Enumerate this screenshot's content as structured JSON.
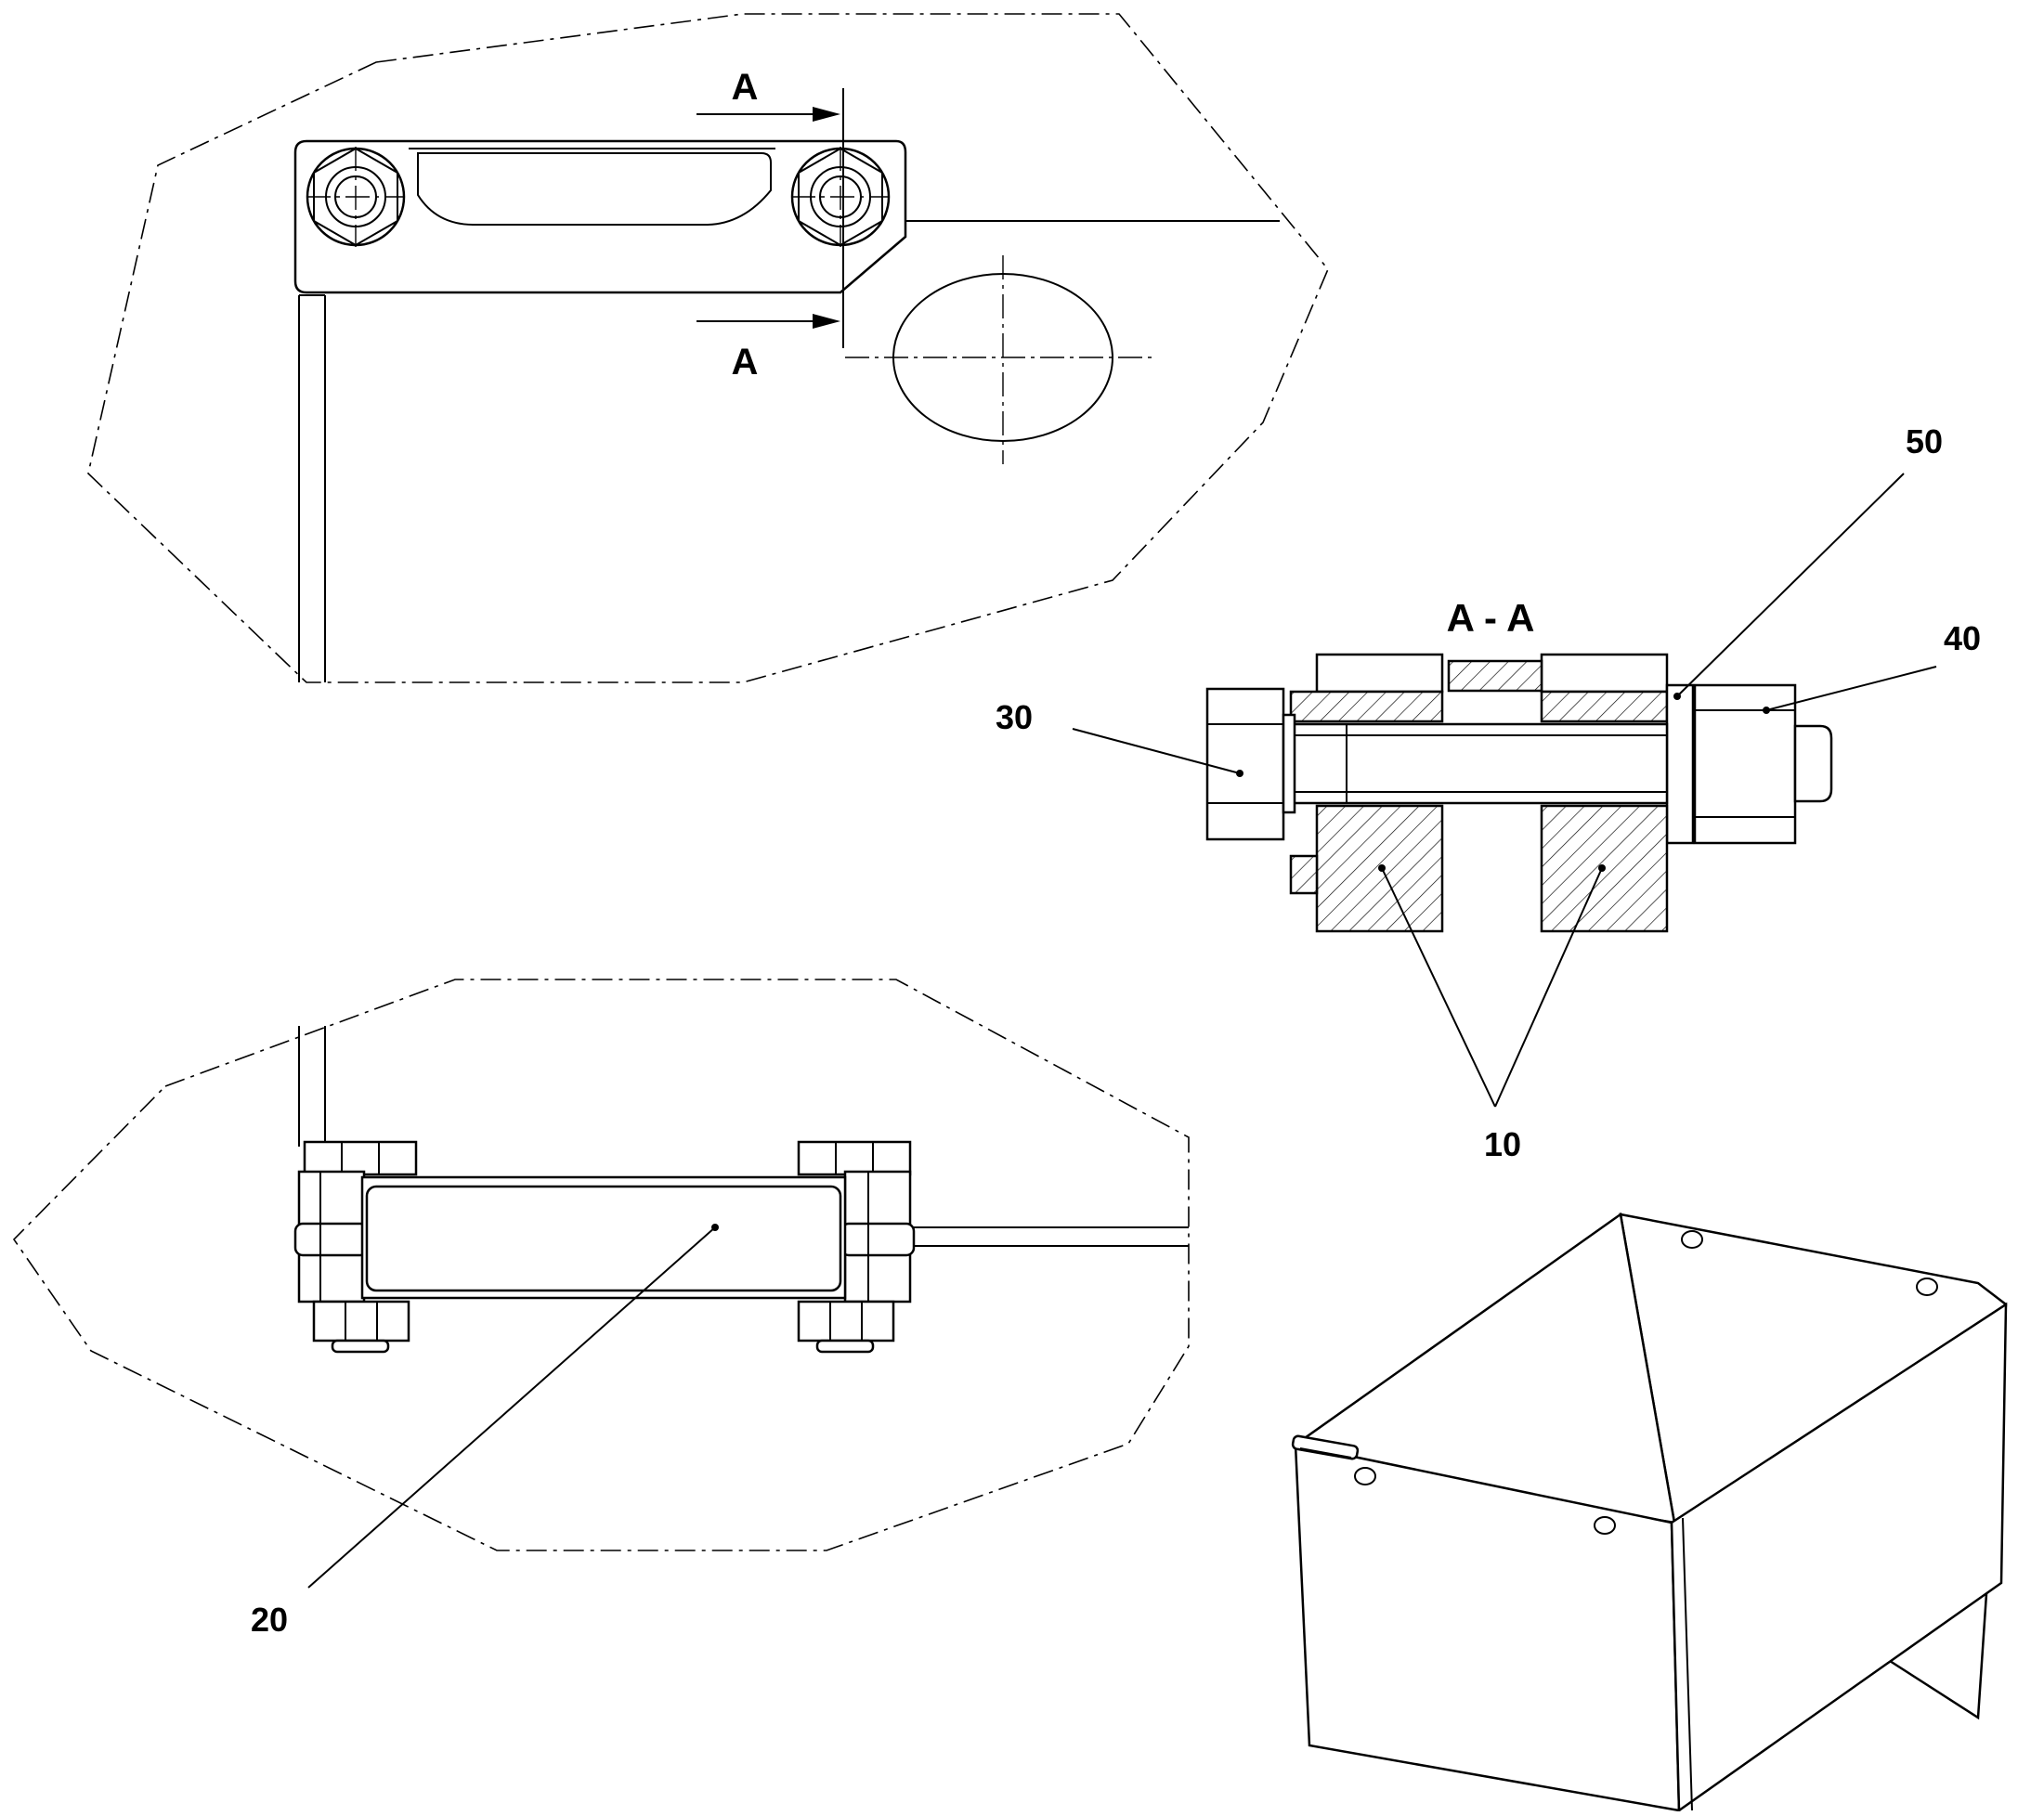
{
  "section": {
    "marker_top": "A",
    "marker_bottom": "A",
    "title": "A - A"
  },
  "callouts": {
    "c10": "10",
    "c20": "20",
    "c30": "30",
    "c40": "40",
    "c50": "50"
  }
}
